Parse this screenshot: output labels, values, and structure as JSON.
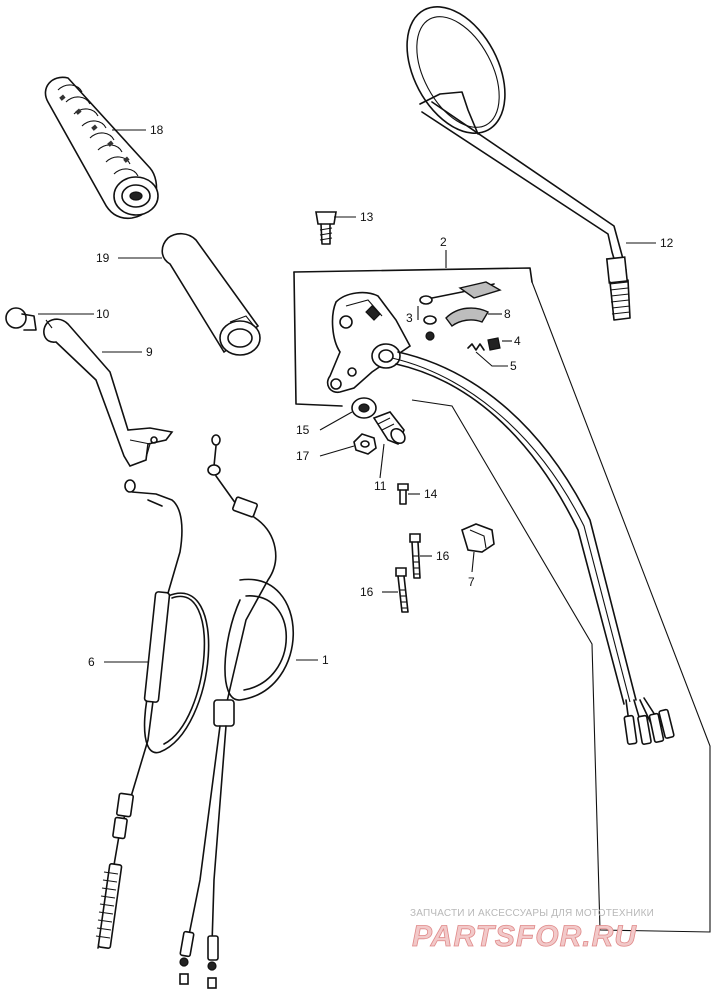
{
  "callouts": [
    {
      "id": "18",
      "label": "18"
    },
    {
      "id": "19",
      "label": "19"
    },
    {
      "id": "10",
      "label": "10"
    },
    {
      "id": "9",
      "label": "9"
    },
    {
      "id": "13",
      "label": "13"
    },
    {
      "id": "2",
      "label": "2"
    },
    {
      "id": "12",
      "label": "12"
    },
    {
      "id": "3",
      "label": "3"
    },
    {
      "id": "8",
      "label": "8"
    },
    {
      "id": "4",
      "label": "4"
    },
    {
      "id": "5",
      "label": "5"
    },
    {
      "id": "15",
      "label": "15"
    },
    {
      "id": "17",
      "label": "17"
    },
    {
      "id": "11",
      "label": "11"
    },
    {
      "id": "14",
      "label": "14"
    },
    {
      "id": "16a",
      "label": "16"
    },
    {
      "id": "7",
      "label": "7"
    },
    {
      "id": "16b",
      "label": "16"
    },
    {
      "id": "6",
      "label": "6"
    },
    {
      "id": "1",
      "label": "1"
    }
  ],
  "watermark": {
    "caption": "ЗАПЧАСТИ И АКСЕССУАРЫ ДЛЯ МОТОТЕХНИКИ",
    "brand": "PARTSFOR.RU"
  },
  "colors": {
    "line": "#111111",
    "watermark_caption": "#b8b8b8",
    "watermark_brand_fill": "#f2c9c9",
    "watermark_brand_stroke": "#e08a8a"
  }
}
